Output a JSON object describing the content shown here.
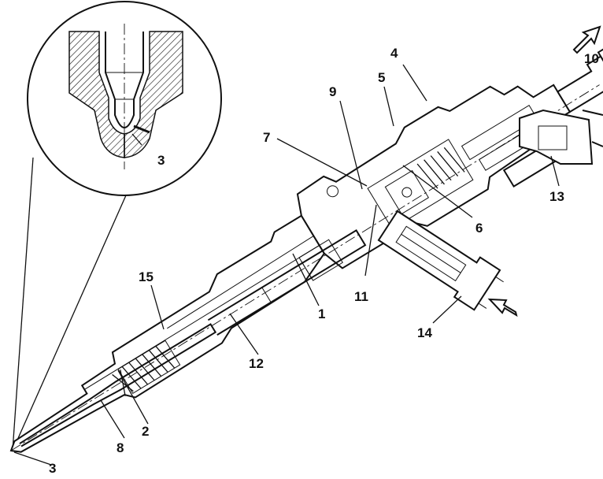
{
  "labels": {
    "l1": "1",
    "l2": "2",
    "l3_detail": "3",
    "l3_tip": "3",
    "l4": "4",
    "l5": "5",
    "l6": "6",
    "l7": "7",
    "l8": "8",
    "l9": "9",
    "l10": "10",
    "l11": "11",
    "l12": "12",
    "l13": "13",
    "l14": "14",
    "l15": "15"
  },
  "colors": {
    "ink": "#111111",
    "hatch": "#111111",
    "background": "#ffffff"
  }
}
